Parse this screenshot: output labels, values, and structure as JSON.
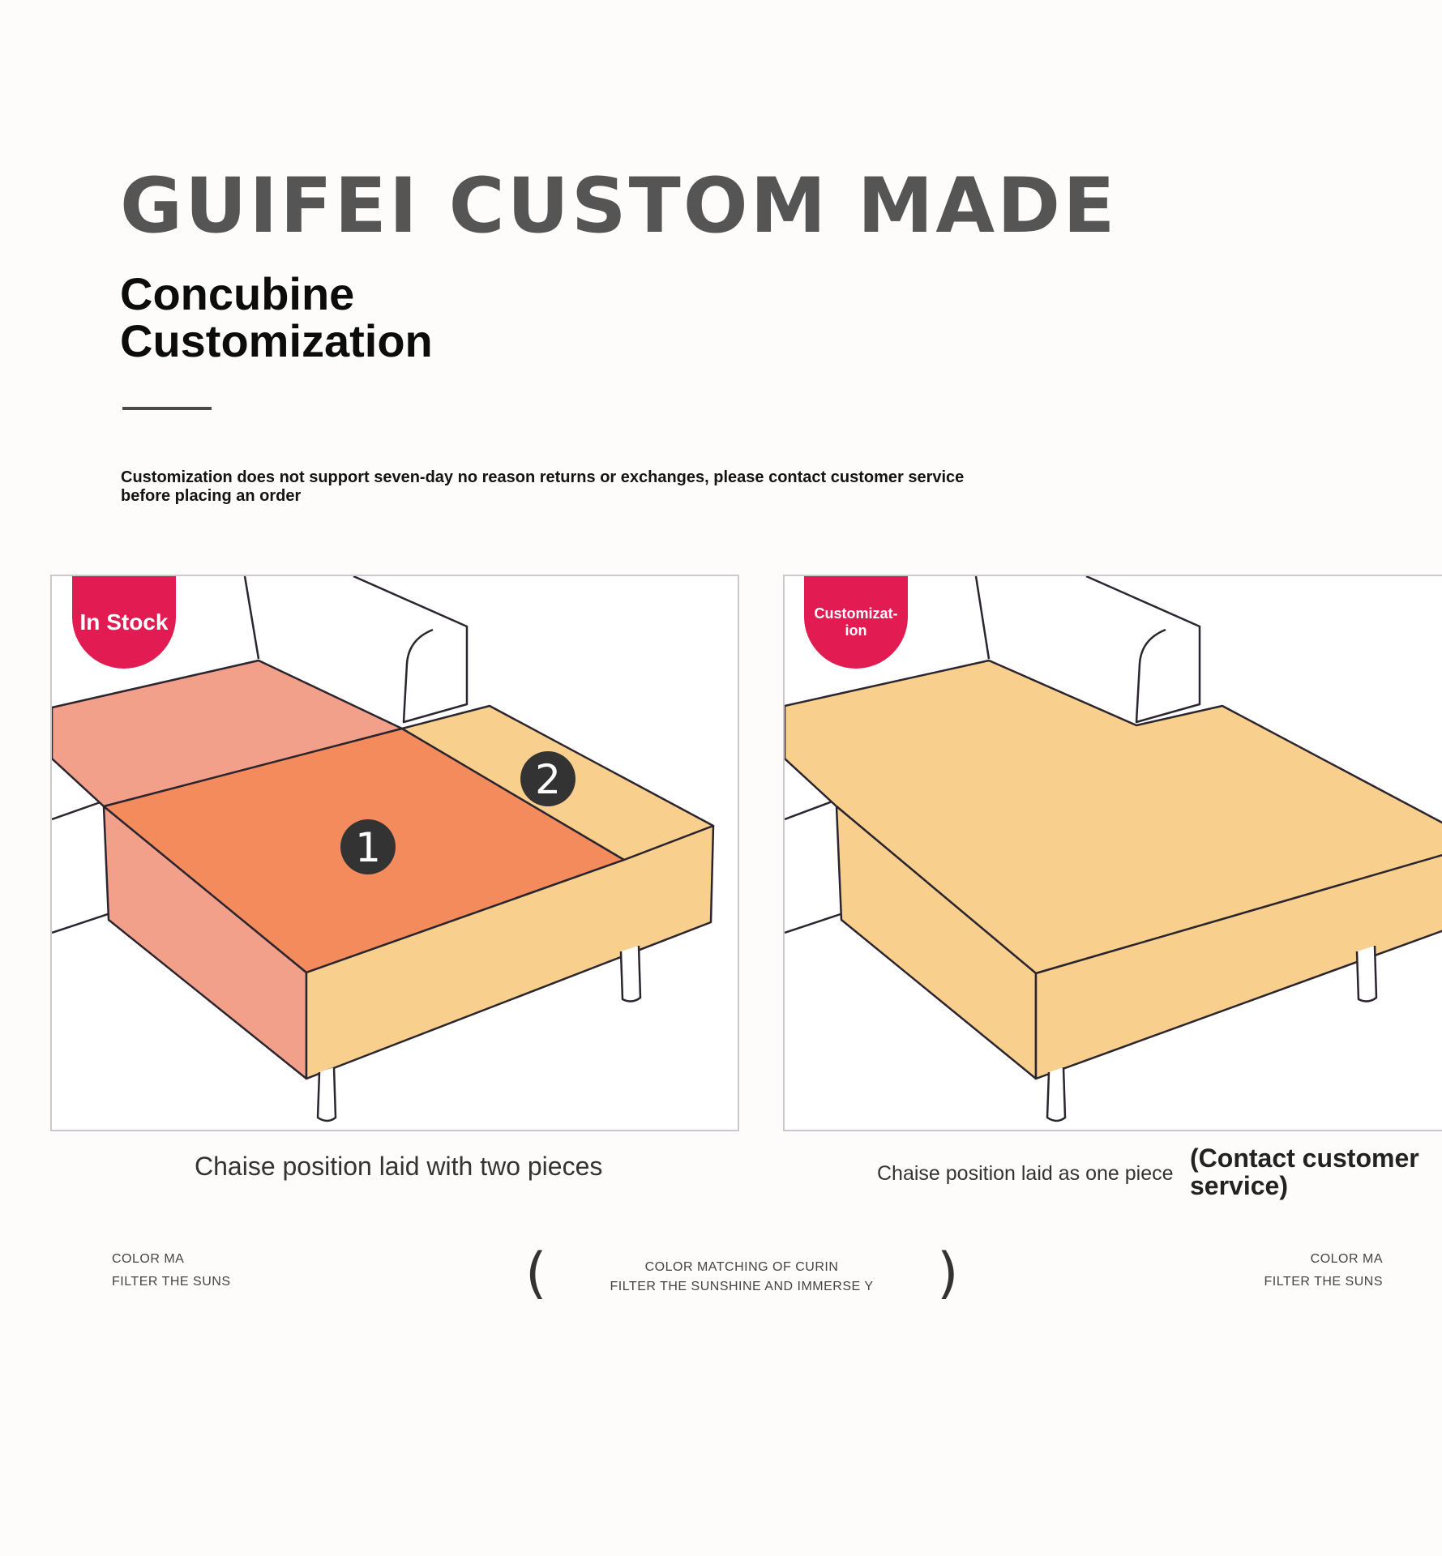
{
  "header": {
    "brand": "GUIFEI CUSTOM MADE",
    "subtitle_line1": "Concubine",
    "subtitle_line2": "Customization",
    "notice": "Customization does not support seven-day no reason returns or exchanges, please contact customer service before placing an order"
  },
  "panels": [
    {
      "badge": "In Stock",
      "markers": [
        "1",
        "2"
      ],
      "caption": "Chaise position laid with two pieces",
      "colors": {
        "back_cushion": "#f3a08a",
        "piece_one": "#f48b5c",
        "piece_two": "#f8cf8c",
        "badge": "#e31b53"
      }
    },
    {
      "badge": "Customizat-ion",
      "caption": "Chaise position laid as one piece",
      "note": "(Contact customer service)",
      "colors": {
        "piece": "#f8cf8c",
        "badge": "#e31b53"
      }
    }
  ],
  "footer": {
    "left_line1": "COLOR MA",
    "left_line2": "FILTER THE SUNS",
    "center_line1": "COLOR MATCHING OF CURIN",
    "center_line2": "FILTER THE SUNSHINE AND IMMERSE Y",
    "right_line1": "COLOR MA",
    "right_line2": "FILTER THE SUNS",
    "paren_open": "(",
    "paren_close": ")"
  }
}
